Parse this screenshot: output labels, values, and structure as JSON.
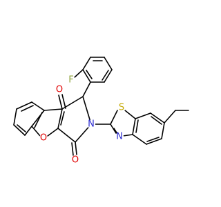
{
  "molecule": {
    "atom_labels": {
      "fluorine": "F",
      "ketone_oxygen": "O",
      "ring_oxygen": "O",
      "imide_oxygen": "O",
      "nitrogen_pyrrole": "N",
      "sulfur": "S",
      "nitrogen_thiazole": "N"
    },
    "colors": {
      "bond": "#000000",
      "F": "#8fa33a",
      "O": "#e00000",
      "N": "#2a2ad0",
      "S": "#c4a800"
    }
  }
}
